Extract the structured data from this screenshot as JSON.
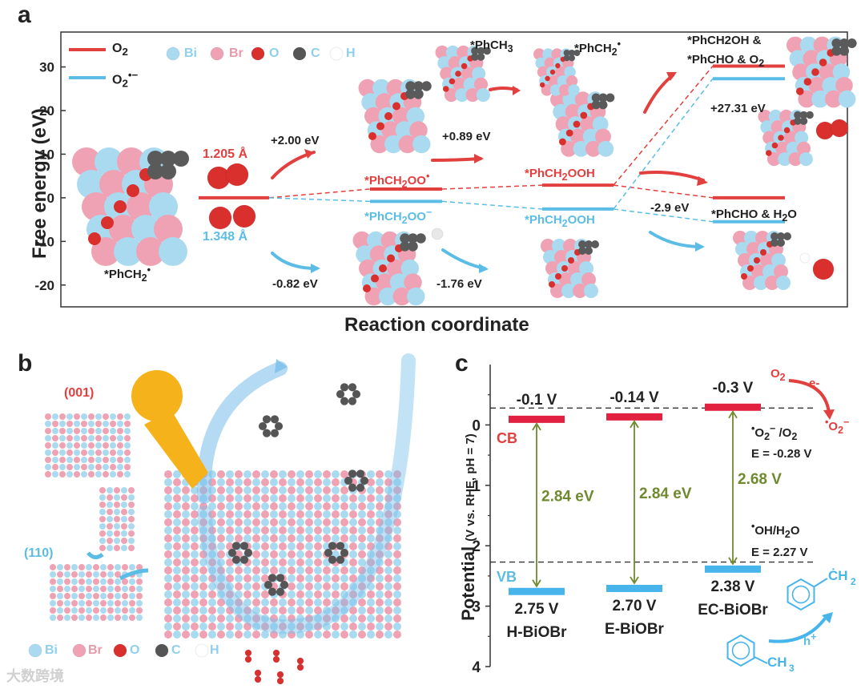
{
  "panels": {
    "a": "a",
    "b": "b",
    "c": "c"
  },
  "chart_data": [
    {
      "type": "line",
      "ylabel": "Free energy (eV)",
      "xlabel": "Reaction coordinate",
      "ylim": [
        -25,
        38
      ],
      "yticks": [
        -20,
        -10,
        0,
        10,
        20,
        30
      ],
      "legend": [
        {
          "label": "O2",
          "color": "#e2403f"
        },
        {
          "label": "O2•−",
          "color": "#5bbde6"
        }
      ],
      "atom_legend": [
        "Bi",
        "Br",
        "O",
        "C",
        "H"
      ],
      "series": [
        {
          "name": "O2",
          "color": "#e2403f",
          "states": [
            "*PhCH2•",
            "*PhCH2OO•",
            "*PhCH2OOH",
            "*PhCH2OH & *PhCHO & O2"
          ],
          "values": [
            0,
            2.0,
            2.89,
            30.2
          ]
        },
        {
          "name": "O2•−",
          "color": "#5bbde6",
          "states": [
            "*PhCH2•",
            "*PhCH2OO−",
            "*PhCH2OOH",
            "*PhCHO & H2O"
          ],
          "values": [
            0,
            -0.82,
            -2.58,
            -5.48
          ]
        }
      ],
      "branch_values": {
        "red_to_water": 0.0,
        "blue_to_o2": 27.31
      },
      "labels": {
        "start": "*PhCH2•",
        "bond_o2": "1.205 Å",
        "bond_o2m": "1.348 Å",
        "s1_red": "*PhCH2OO•",
        "s1_blue": "*PhCH2OO−",
        "s2_red": "*PhCH2OOH",
        "s2_blue": "*PhCH2OOH",
        "top_mol_left": "*PhCH3",
        "top_mol_right": "*PhCH2•",
        "final_top_line1": "*PhCH2OH &",
        "final_top_line2": "*PhCHO & O2",
        "final_bottom": "*PhCHO & H2O"
      },
      "energies": {
        "r1": "+2.00 eV",
        "r2": "+0.89 eV",
        "b1": "-0.82 eV",
        "b2": "-1.76 eV",
        "final_top": "+27.31 eV",
        "final_mid": "-2.9 eV"
      }
    },
    {
      "type": "bar",
      "ylabel": "Potential (V vs. RHE, pH = 7)",
      "ylim": [
        4,
        -1
      ],
      "yticks": [
        0,
        1,
        2,
        3,
        4
      ],
      "categories": [
        "H-BiOBr",
        "E-BiOBr",
        "EC-BiOBr"
      ],
      "cb": [
        -0.1,
        -0.14,
        -0.3
      ],
      "vb": [
        2.75,
        2.7,
        2.38
      ],
      "gap": [
        2.84,
        2.84,
        2.68
      ],
      "cb_text": [
        "-0.1 V",
        "-0.14 V",
        "-0.3 V"
      ],
      "vb_text": [
        "2.75 V",
        "2.70 V",
        "2.38 V"
      ],
      "gap_text": [
        "2.84 eV",
        "2.84 eV",
        "2.68 V"
      ],
      "cb_label": "CB",
      "vb_label": "VB",
      "ref_lines": [
        {
          "value": -0.28,
          "label_line1": "•O2−/O2",
          "label_line2": "E = -0.28 V"
        },
        {
          "value": 2.27,
          "label_line1": "•OH/H2O",
          "label_line2": "E = 2.27 V"
        }
      ],
      "reaction_top": {
        "reactant": "O2",
        "electron": "e-",
        "product": "•O2−"
      },
      "reaction_bottom": {
        "hole": "h+",
        "reactant": "toluene",
        "product": "benzyl radical"
      }
    }
  ],
  "panel_b": {
    "facet_top": "(001)",
    "facet_side": "(110)",
    "atom_legend": [
      "Bi",
      "Br",
      "O",
      "C",
      "H"
    ]
  },
  "watermark": "大数跨境"
}
